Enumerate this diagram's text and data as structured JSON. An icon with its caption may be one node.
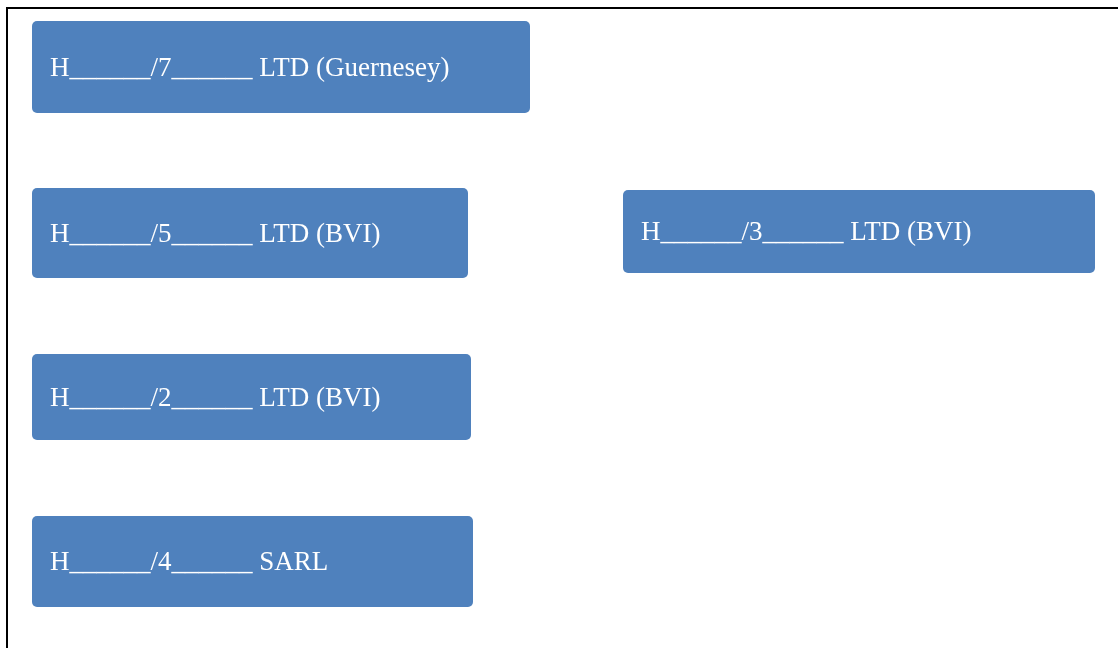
{
  "diagram": {
    "nodes": [
      {
        "text": [
          "H______/7______ LTD (Guernesey)"
        ]
      },
      {
        "text": [
          "H______/5______ LTD (BVI)"
        ]
      },
      {
        "text": [
          "H______/3______ LTD (BVI)"
        ]
      },
      {
        "text": [
          "H______/2______ LTD (BVI)"
        ]
      },
      {
        "text": [
          "H______/4______ SARL"
        ]
      }
    ]
  }
}
